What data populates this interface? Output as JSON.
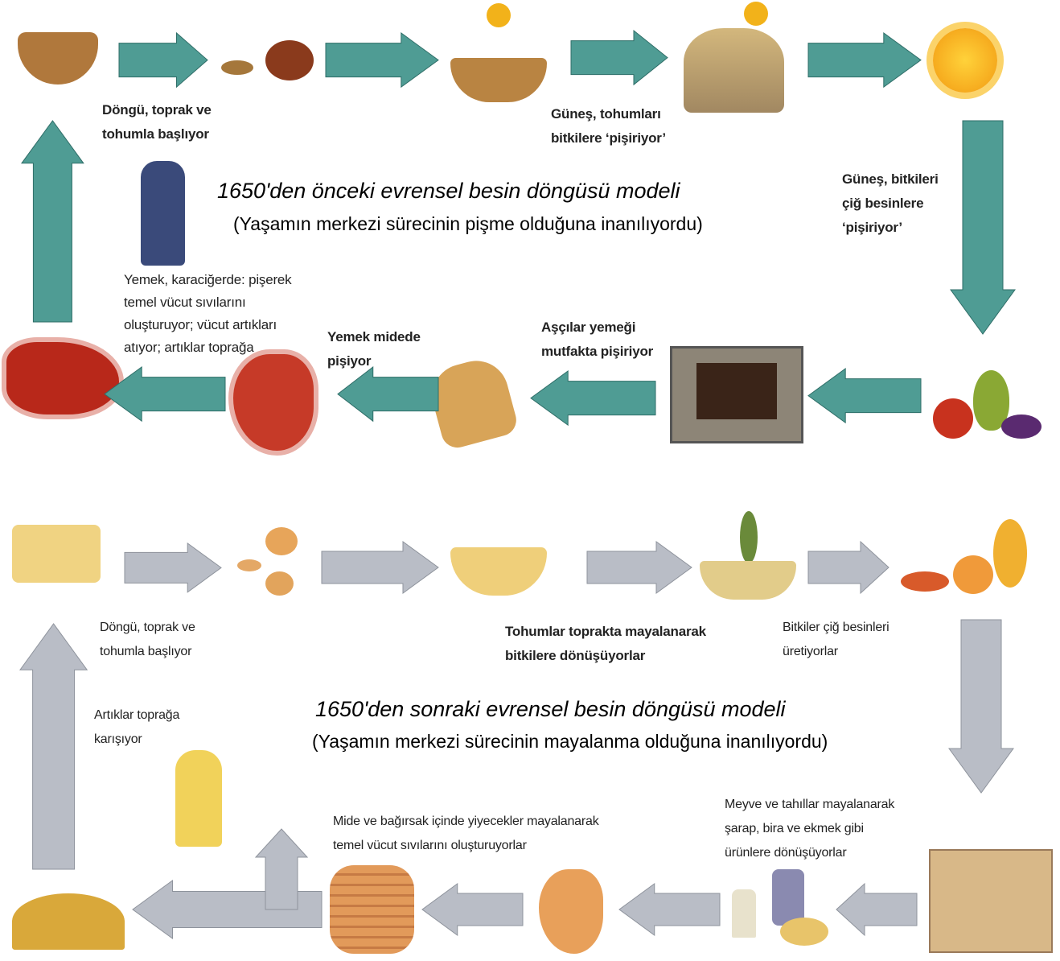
{
  "colors": {
    "before_arrow": "#4f9c94",
    "after_arrow": "#b9bdc6"
  },
  "before": {
    "title": "1650'den önceki evrensel besin döngüsü modeli",
    "subtitle": "(Yaşamın merkezi sürecinin pişme olduğuna inanılıyordu)",
    "labels": {
      "start": "Döngü, toprak ve\ntohumla başlıyor",
      "sun_seeds": "Güneş, tohumları\nbitkilere ‘pişiriyor’",
      "sun_plants": "Güneş, bitkileri\nçiğ besinlere\n‘pişiriyor’",
      "cooks": "Aşçılar yemeği\nmutfakta pişiriyor",
      "stomach": "Yemek midede\npişiyor",
      "liver": "Yemek, karaciğerde: pişerek\ntemel vücut sıvılarını\noluşturuyor; vücut artıkları\natıyor; artıklar toprağa"
    }
  },
  "after": {
    "title": "1650'den sonraki evrensel besin döngüsü modeli",
    "subtitle": "(Yaşamın merkezi sürecinin mayalanma olduğuna inanılıyordu)",
    "labels": {
      "start": "Döngü, toprak ve\ntohumla başlıyor",
      "ferment_seeds": "Tohumlar toprakta mayalanarak\nbitkilere dönüşüyorlar",
      "plants": "Bitkiler çiğ besinleri\nüretiyorlar",
      "fruits": "Meyve ve tahıllar mayalanarak\nşarap, bira ve ekmek gibi\nürünlere dönüşüyorlar",
      "intestine": "Mide ve bağırsak içinde yiyecekler mayalanarak\ntemel vücut sıvılarını oluşturuyorlar",
      "waste": "Artıklar toprağa\nkarışıyor"
    }
  }
}
